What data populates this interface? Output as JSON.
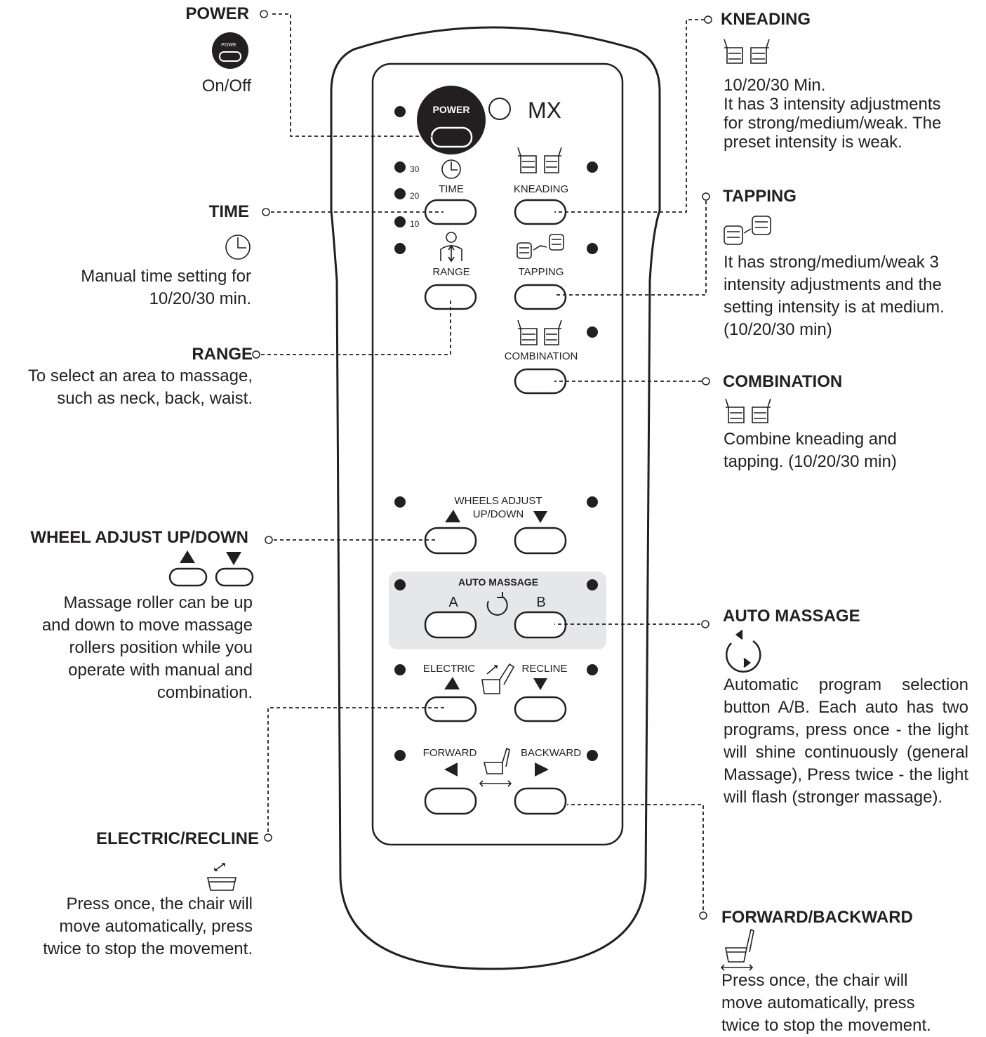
{
  "remote": {
    "model": "MX",
    "power_label": "POWER",
    "time_label": "TIME",
    "kneading_label": "KNEADING",
    "range_label": "RANGE",
    "tapping_label": "TAPPING",
    "combination_label": "COMBINATION",
    "timer_marks": [
      "30",
      "20",
      "10"
    ],
    "wheels_label_1": "WHEELS ADJUST",
    "wheels_label_2": "UP/DOWN",
    "auto_label": "AUTO MASSAGE",
    "auto_a": "A",
    "auto_b": "B",
    "electric_label": "ELECTRIC",
    "recline_label": "RECLINE",
    "forward_label": "FORWARD",
    "backward_label": "BACKWARD"
  },
  "callouts": {
    "power": {
      "title": "POWER",
      "desc": "On/Off",
      "icon_text": "POWE"
    },
    "time": {
      "title": "TIME",
      "desc_1": "Manual time setting for",
      "desc_2": "10/20/30 min."
    },
    "range": {
      "title": "RANGE",
      "desc_1": "To select an area to massage,",
      "desc_2": "such as neck, back, waist."
    },
    "wheel": {
      "title": "WHEEL ADJUST UP/DOWN",
      "desc_lines": [
        "Massage roller can be up",
        "and down to move massage",
        "rollers position while you",
        "operate with manual and",
        "combination."
      ]
    },
    "electric": {
      "title": "ELECTRIC/RECLINE",
      "desc_lines": [
        "Press once, the chair will",
        "move automatically, press",
        "twice to stop the movement."
      ]
    },
    "kneading": {
      "title": "KNEADING",
      "desc_lines": [
        "10/20/30 Min.",
        "It has 3 intensity adjustments",
        "for strong/medium/weak. The",
        "preset intensity is weak."
      ]
    },
    "tapping": {
      "title": "TAPPING",
      "desc_lines": [
        "It has strong/medium/weak 3",
        "intensity adjustments and the",
        "setting intensity is at medium.",
        "(10/20/30 min)"
      ]
    },
    "combination": {
      "title": "COMBINATION",
      "desc_lines": [
        "Combine kneading and",
        "tapping. (10/20/30 min)"
      ]
    },
    "auto": {
      "title": "AUTO MASSAGE",
      "desc": "Automatic program selection button A/B. Each auto has two programs, press once - the light will shine continuously (general Massage), Press twice - the light will flash (stronger massage)."
    },
    "forward": {
      "title": "FORWARD/BACKWARD",
      "desc_lines": [
        "Press once, the chair will",
        "move automatically, press",
        "twice to stop the movement."
      ]
    }
  }
}
